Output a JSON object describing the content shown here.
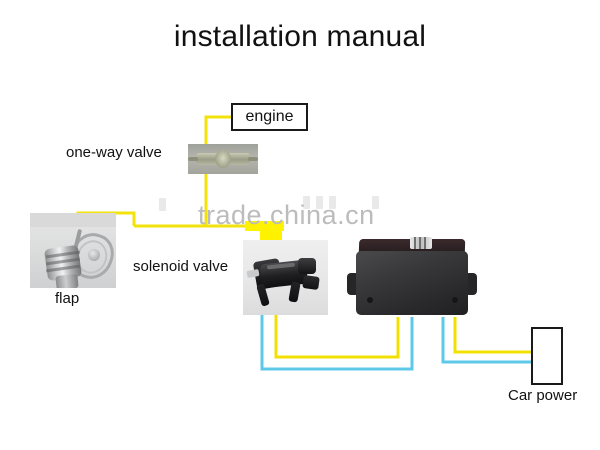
{
  "page": {
    "title": "installation manual",
    "background_color": "#ffffff"
  },
  "watermark": {
    "text": "trade.china.cn",
    "color": "#bcbcbc"
  },
  "diagram": {
    "nodes": [
      {
        "id": "engine",
        "label": "engine",
        "type": "labelled-box"
      },
      {
        "id": "one-way-valve",
        "label": "one-way valve",
        "type": "photo-with-label",
        "photo": "one-way-valve-photo"
      },
      {
        "id": "flap",
        "label": "flap",
        "type": "photo-with-label",
        "photo": "flap-photo"
      },
      {
        "id": "solenoid-valve",
        "label": "solenoid valve",
        "type": "photo-with-label",
        "photo": "solenoid-valve-photo"
      },
      {
        "id": "ecu",
        "label": "",
        "type": "photo",
        "photo": "ecu-black-box-photo"
      },
      {
        "id": "car-power",
        "label": "Car power",
        "type": "labelled-box"
      }
    ],
    "wire_colors": {
      "vacuum_line": "#f5e400",
      "vacuum_line_highlight": "#fff200",
      "signal_line": "#5ec8e8"
    },
    "connections": [
      {
        "from": "engine",
        "to": "one-way-valve",
        "color": "vacuum_line"
      },
      {
        "from": "one-way-valve",
        "to": "flap",
        "color": "vacuum_line"
      },
      {
        "from": "one-way-valve",
        "to": "solenoid-valve",
        "color": "vacuum_line"
      },
      {
        "from": "solenoid-valve",
        "to": "ecu",
        "color": "signal_line"
      },
      {
        "from": "solenoid-valve",
        "to": "ecu",
        "color": "vacuum_line"
      },
      {
        "from": "ecu",
        "to": "car-power",
        "color": "signal_line"
      },
      {
        "from": "ecu",
        "to": "car-power",
        "color": "vacuum_line"
      }
    ]
  }
}
